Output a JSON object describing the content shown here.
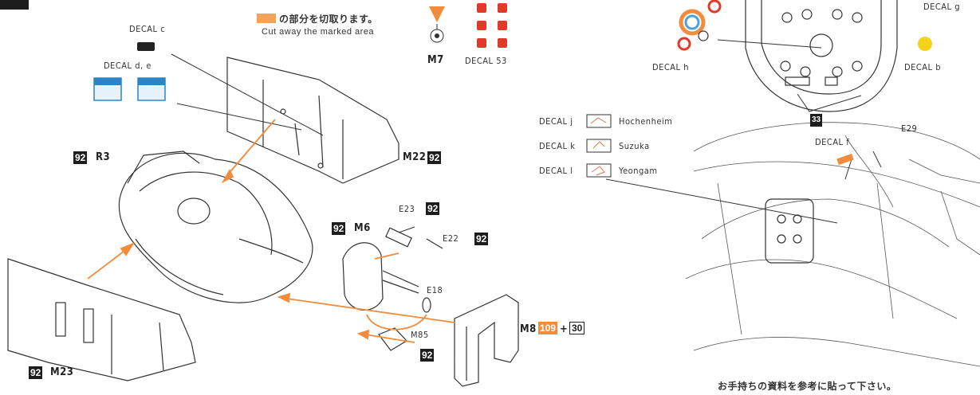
{
  "colors": {
    "accent": "#f08c3c",
    "line": "#333333",
    "ink": "#1d1d1d"
  },
  "cut_note": {
    "jp": "の部分を切取ります。",
    "en": "Cut away the marked area"
  },
  "labels": {
    "m7": "M7",
    "decal_53": "DECAL 53",
    "decal_c": "DECAL c",
    "decal_de": "DECAL d, e",
    "r3": "R3",
    "m22": "M22",
    "m23": "M23",
    "m6": "M6",
    "e23": "E23",
    "e22": "E22",
    "e18": "E18",
    "m85": "M85",
    "m8": "M8",
    "plus": "+",
    "decal_h": "DECAL h",
    "decal_g": "DECAL g",
    "decal_b": "DECAL b",
    "e29": "E29",
    "decal_f": "DECAL f"
  },
  "nums": {
    "n92": "92",
    "n109": "109",
    "n30": "30",
    "n33": "33"
  },
  "circuits": [
    {
      "decal": "DECAL j",
      "name": "Hochenheim"
    },
    {
      "decal": "DECAL k",
      "name": "Suzuka"
    },
    {
      "decal": "DECAL l",
      "name": "Yeongam"
    }
  ],
  "footer_note": "お手持ちの資料を参考に貼って下さい。"
}
